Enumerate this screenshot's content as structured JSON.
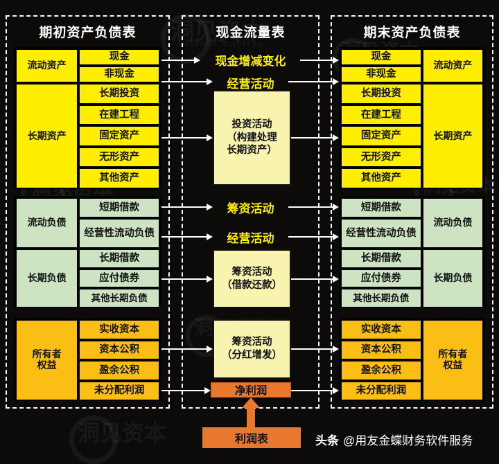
{
  "panels": {
    "opening": {
      "title": "期初资产负债表"
    },
    "cashflow": {
      "title": "现金流量表"
    },
    "closing": {
      "title": "期末资产负债表"
    }
  },
  "balance_sheet": {
    "assets": {
      "groups": [
        {
          "name": "流动资产",
          "items": [
            "现金",
            "非现金"
          ]
        },
        {
          "name": "长期资产",
          "items": [
            "长期投资",
            "在建工程",
            "固定资产",
            "无形资产",
            "其他资产"
          ]
        }
      ]
    },
    "liabilities": {
      "groups": [
        {
          "name": "流动负债",
          "items": [
            "短期借款",
            "经营性流动负债"
          ]
        },
        {
          "name": "长期负债",
          "items": [
            "长期借款",
            "应付债券",
            "其他长期负债"
          ]
        }
      ]
    },
    "equity": {
      "groups": [
        {
          "name": "所有者权益",
          "items": [
            "实收资本",
            "资本公积",
            "盈余公积",
            "未分配利润"
          ]
        }
      ]
    }
  },
  "cash_flow": {
    "labels": [
      {
        "id": "cash-change",
        "text": "现金增减变化"
      },
      {
        "id": "operating-activity-1",
        "text": "经营活动"
      },
      {
        "id": "financing-activity-1",
        "text": "筹资活动"
      },
      {
        "id": "operating-activity-2",
        "text": "经营活动"
      }
    ],
    "boxes": [
      {
        "id": "investing-activity",
        "line1": "投资活动",
        "line2": "（构建处理",
        "line3": "长期资产）"
      },
      {
        "id": "financing-borrow-repay",
        "line1": "筹资活动",
        "line2": "（借款还款）"
      },
      {
        "id": "financing-dividend-issue",
        "line1": "筹资活动",
        "line2": "（分红增发）"
      }
    ],
    "net_profit": "净利润",
    "income_statement": "利润表"
  },
  "footer": {
    "platform": "头条",
    "handle": "@用友金蝶财务软件服务"
  },
  "watermark": {
    "text": "洞见资本",
    "sub": "INSIGHT CAPITAL"
  },
  "colors": {
    "asset": "#ffee00",
    "liability": "#cde3c1",
    "equity": "#fbbe14",
    "flow_box": "#f8f4b0",
    "profit": "#e8782e",
    "background": "#0c0b0a",
    "panel_border": "#ffffff"
  }
}
